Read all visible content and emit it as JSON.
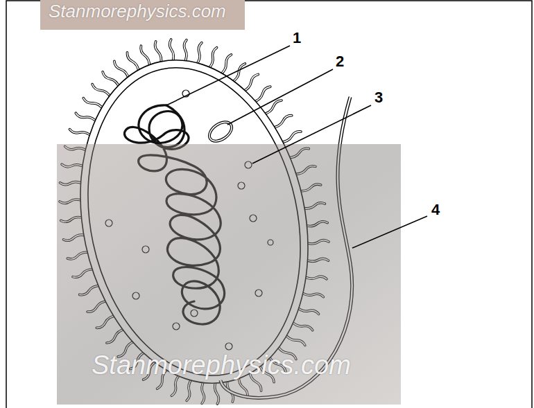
{
  "diagram": {
    "labels": [
      "1",
      "2",
      "3",
      "4",
      "Stanmorephysics.com",
      "Stanmorephysics.com"
    ]
  }
}
